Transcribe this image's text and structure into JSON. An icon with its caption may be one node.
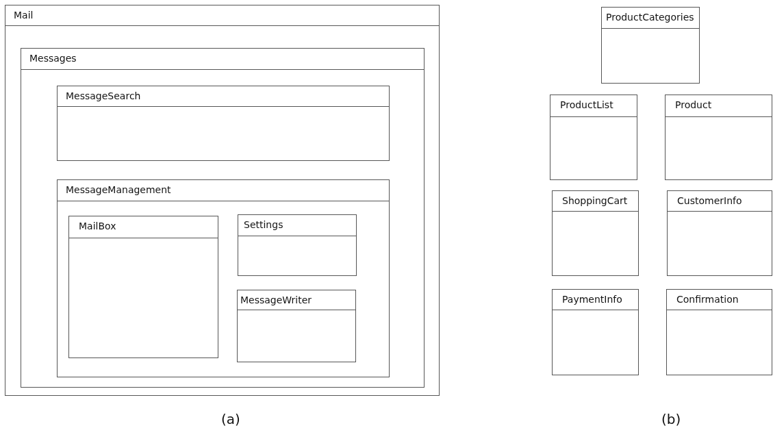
{
  "diagram": {
    "nodes": [
      {
        "text": [
          "Mail"
        ]
      },
      {
        "text": [
          "Messages"
        ],
        "in": 0
      },
      {
        "text": [
          "MessageSearch"
        ],
        "in": 1
      },
      {
        "text": [
          "MessageManagement"
        ],
        "in": 1
      },
      {
        "text": [
          "MailBox"
        ],
        "in": 3
      },
      {
        "text": [
          "Settings"
        ],
        "in": 3
      },
      {
        "text": [
          "MessageWriter"
        ],
        "in": 3
      },
      {
        "text": [
          "ProductCategories"
        ]
      },
      {
        "text": [
          "ProductList"
        ]
      },
      {
        "text": [
          "Product"
        ]
      },
      {
        "text": [
          "ShoppingCart"
        ]
      },
      {
        "text": [
          "CustomerInfo"
        ]
      },
      {
        "text": [
          "PaymentInfo"
        ]
      },
      {
        "text": [
          "Confirmation"
        ]
      }
    ],
    "edges": [],
    "labels": [
      "(a)",
      "(b)"
    ]
  }
}
